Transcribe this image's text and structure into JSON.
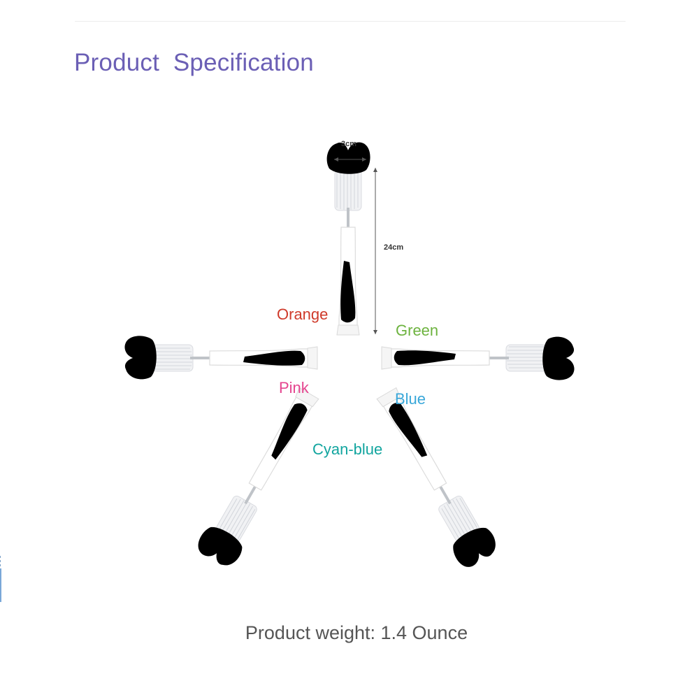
{
  "header": {
    "title": "Product  Specification"
  },
  "dimensions": {
    "width_label": "3cm",
    "height_label": "24cm"
  },
  "variants": [
    {
      "label": "Orange",
      "color": "#e8562f",
      "text_color": "#cf3a2a"
    },
    {
      "label": "Green",
      "color": "#74c53a",
      "text_color": "#6db33f"
    },
    {
      "label": "Pink",
      "color": "#e5458f",
      "text_color": "#e5458f"
    },
    {
      "label": "Blue",
      "color": "#3aa6df",
      "text_color": "#39a7d9"
    },
    {
      "label": "Cyan-blue",
      "color": "#14a79a",
      "text_color": "#12a59f"
    }
  ],
  "footer": {
    "weight_text": "Product weight: 1.4 Ounce"
  },
  "colors": {
    "title": "#6b5fb5",
    "rule": "#ececec",
    "weight_text": "#555555"
  }
}
